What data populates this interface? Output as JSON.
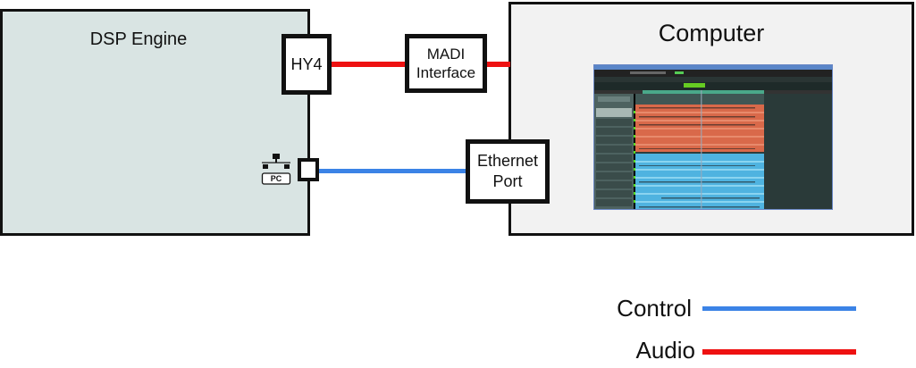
{
  "diagram": {
    "nodes": {
      "dsp_engine": {
        "label": "DSP Engine"
      },
      "hy4": {
        "label": "HY4"
      },
      "madi_interface": {
        "label_line1": "MADI",
        "label_line2": "Interface"
      },
      "ethernet_port": {
        "label_line1": "Ethernet",
        "label_line2": "Port"
      },
      "computer": {
        "label": "Computer"
      },
      "pc_port_badge": {
        "label": "PC",
        "icon": "network-icon"
      }
    },
    "connections": [
      {
        "from": "HY4",
        "to": "MADI Interface",
        "type": "Audio"
      },
      {
        "from": "MADI Interface",
        "to": "Computer",
        "type": "Audio"
      },
      {
        "from": "DSP Engine PC port",
        "to": "Ethernet Port",
        "type": "Control"
      }
    ],
    "legend": [
      {
        "label": "Control",
        "color": "#3b83e6"
      },
      {
        "label": "Audio",
        "color": "#ee1111"
      }
    ],
    "screenshot": {
      "description": "DAW software window with track list",
      "track_colors": [
        "#d9694a",
        "#4fb3e0"
      ]
    }
  }
}
